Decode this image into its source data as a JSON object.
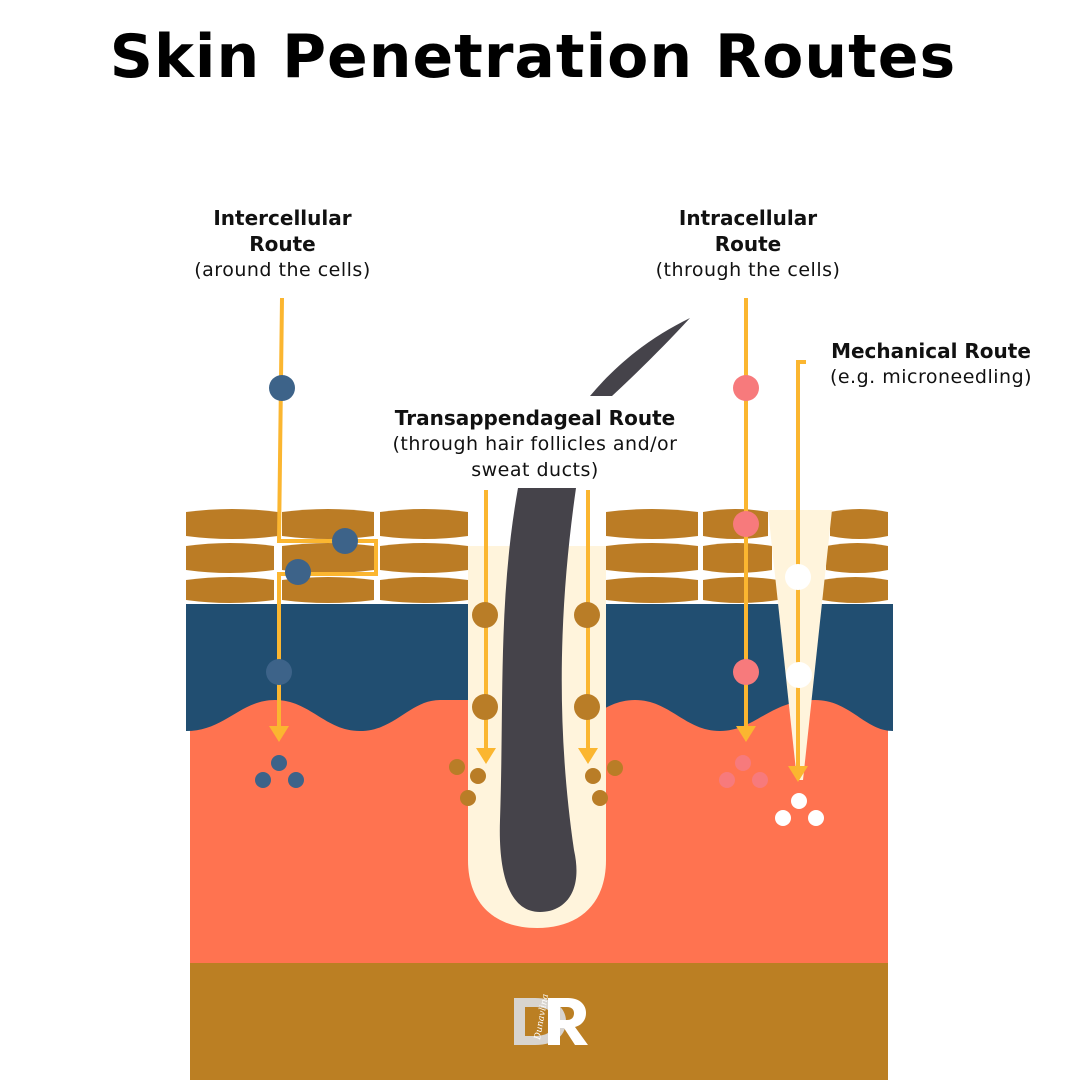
{
  "title": "Skin Penetration Routes",
  "routes": {
    "intercellular": {
      "name_line1": "Intercellular",
      "name_line2": "Route",
      "sub": "(around the cells)",
      "dot_color": "#3d6389"
    },
    "intracellular": {
      "name_line1": "Intracellular",
      "name_line2": "Route",
      "sub": "(through the cells)",
      "dot_color": "#f77a7c"
    },
    "mechanical": {
      "name": "Mechanical Route",
      "sub": "(e.g. microneedling)",
      "dot_color": "#ffffff"
    },
    "transappendageal": {
      "name": "Transappendageal Route",
      "sub_line1": "(through hair follicles and/or",
      "sub_line2": "sweat ducts)",
      "dot_color": "#b97d27"
    }
  },
  "colors": {
    "arrow": "#fbb630",
    "stratum_corneum": "#bb7c25",
    "epidermis": "#214e71",
    "dermis": "#ff7350",
    "hypodermis": "#bb7f23",
    "follicle": "#fff4dc",
    "hair": "#45434a"
  },
  "logo": {
    "mark": "DR",
    "script": "Dunavlina"
  }
}
